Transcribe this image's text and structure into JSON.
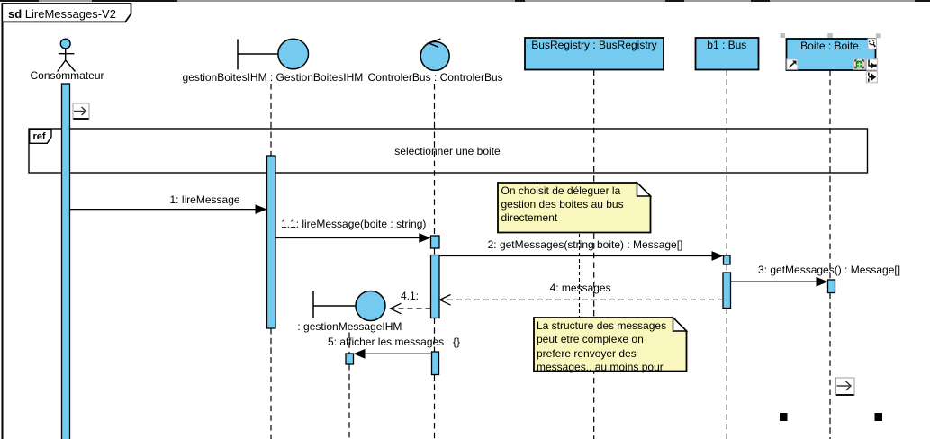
{
  "frame": {
    "keyword": "sd",
    "title": "LireMessages-V2"
  },
  "fragment": {
    "operator": "ref",
    "operand_label": "selectionner une boite"
  },
  "lifelines": [
    {
      "id": "consommateur",
      "kind": "actor",
      "label": "Consommateur"
    },
    {
      "id": "gestionBoitesIHM",
      "kind": "boundary",
      "label": "gestionBoitesIHM : GestionBoitesIHM"
    },
    {
      "id": "controlerBus",
      "kind": "control",
      "label": "ControlerBus : ControlerBus"
    },
    {
      "id": "busRegistry",
      "kind": "box",
      "label": "BusRegistry : BusRegistry"
    },
    {
      "id": "b1",
      "kind": "box",
      "label": "b1 : Bus"
    },
    {
      "id": "boite",
      "kind": "box",
      "label": "Boite : Boite",
      "selected": true
    },
    {
      "id": "gestionMessageIHM",
      "kind": "boundary",
      "label": ": gestionMessageIHM"
    }
  ],
  "messages": [
    {
      "label": "1: lireMessage"
    },
    {
      "label": "1.1: lireMessage(boite : string)"
    },
    {
      "label": "2: getMessages(string boite) : Message[]"
    },
    {
      "label": "3: getMessages() : Message[]"
    },
    {
      "label": "4: messages"
    },
    {
      "label": "4.1:"
    },
    {
      "label": "5: afficher les messages",
      "constraint": "{}"
    }
  ],
  "notes": [
    {
      "text": "On choisit de déleguer la\ngestion des boites au bus\ndirectement"
    },
    {
      "text": "La structure des messages\npeut etre complexe on\nprefere renvoyer des\nmessages.. au moins pour"
    }
  ],
  "colors": {
    "shape_fill": "#74CBEF",
    "note_fill": "#F9F7BE",
    "stroke": "#000000",
    "handle_gray": "#BDBDBD",
    "strip_gray": "#9A9A9A"
  }
}
